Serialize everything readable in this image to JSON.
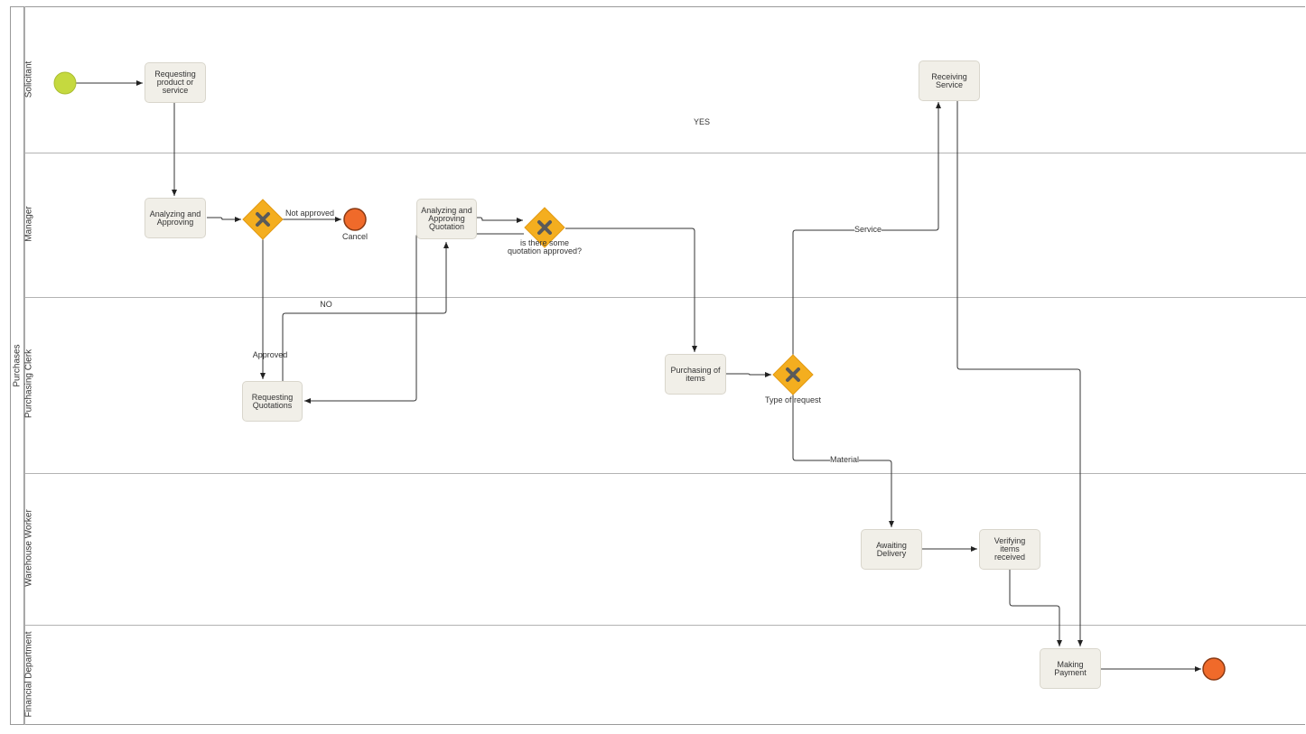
{
  "pool": {
    "label": "Purchases"
  },
  "lanes": [
    {
      "id": "solicitant",
      "label": "Solicitant"
    },
    {
      "id": "manager",
      "label": "Manager"
    },
    {
      "id": "purchasing-clerk",
      "label": "Purchasing Clerk"
    },
    {
      "id": "warehouse-worker",
      "label": "Warehouse Worker"
    },
    {
      "id": "financial-department",
      "label": "Financial Department"
    }
  ],
  "tasks": {
    "requesting_product": [
      "Requesting",
      "product or service"
    ],
    "analyzing_approving": [
      "Analyzing and",
      "Approving"
    ],
    "analyzing_quotation": [
      "Analyzing and",
      "Approving",
      "Quotation"
    ],
    "requesting_quotations": [
      "Requesting",
      "Quotations"
    ],
    "purchasing_items": [
      "Purchasing of",
      "items"
    ],
    "receiving_service": [
      "Receiving Service"
    ],
    "awaiting_delivery": [
      "Awaiting Delivery"
    ],
    "verifying_items": [
      "Verifying items",
      "received"
    ],
    "making_payment": [
      "Making Payment"
    ]
  },
  "events": {
    "cancel_label": "Cancel"
  },
  "gateways": {
    "quotation_approved_label": [
      "is there some",
      "quotation approved?"
    ],
    "type_of_request_label": "Type of request"
  },
  "flow_labels": {
    "not_approved": "Not approved",
    "approved": "Approved",
    "no": "NO",
    "yes": "YES",
    "service": "Service",
    "material": "Material"
  },
  "colors": {
    "start_event": "#c5d93f",
    "end_event": "#f06a2a",
    "gateway": "#f4ae1f",
    "gateway_mark": "#5a5a5a",
    "task_fill": "#f1efe8"
  }
}
